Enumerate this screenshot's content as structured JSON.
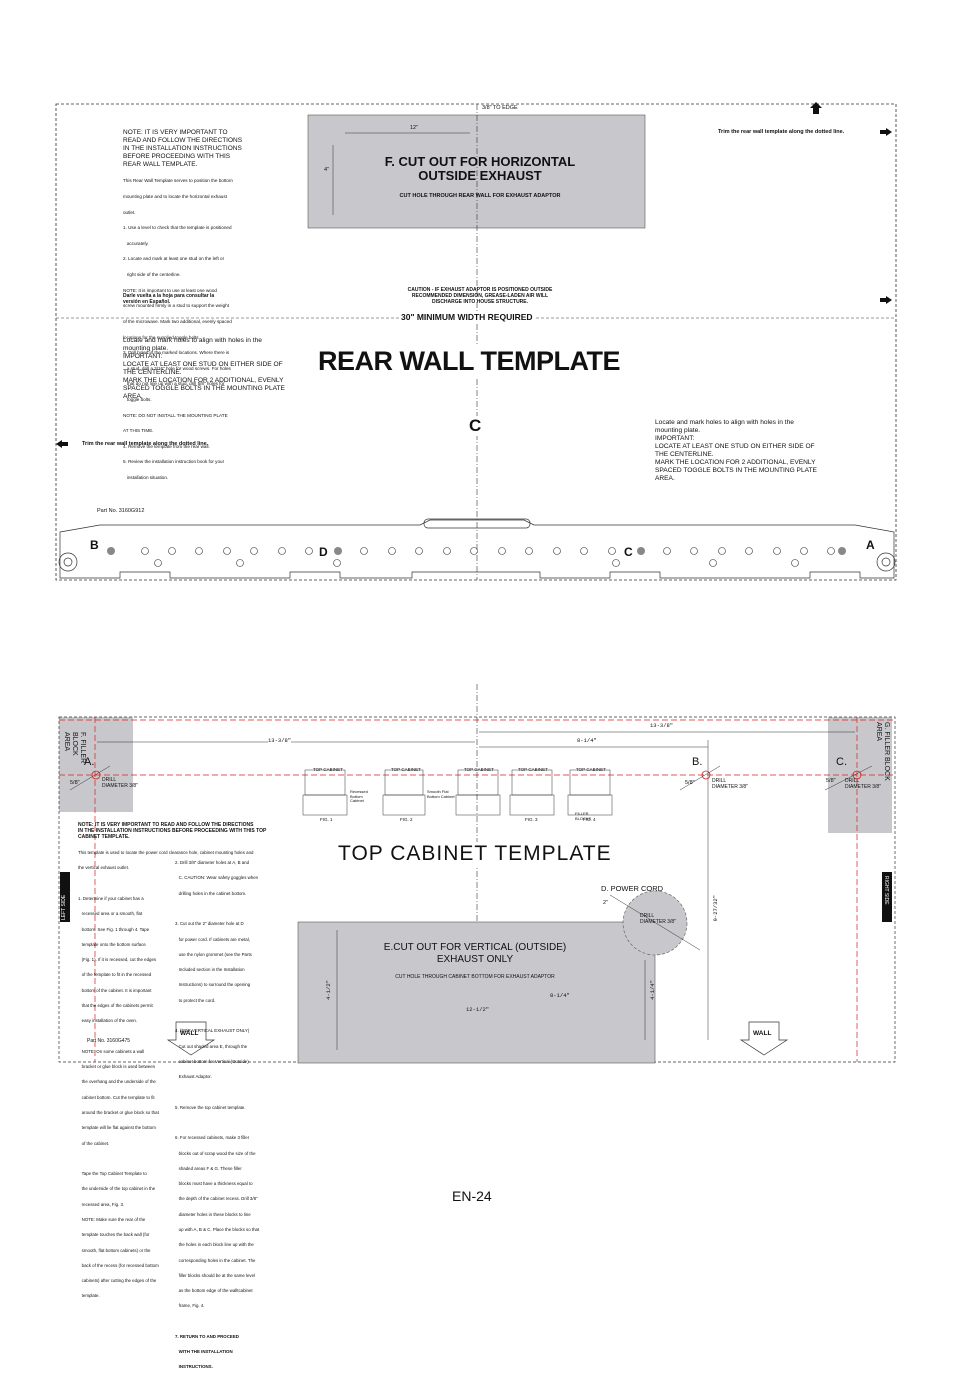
{
  "rear": {
    "edge_label": "3/8\" TO EDGE",
    "dim_12": "12\"",
    "dim_4": "4\"",
    "cutout_title_1": "F. CUT OUT FOR HORIZONTAL",
    "cutout_title_2": "OUTSIDE EXHAUST",
    "cutout_sub": "CUT HOLE THROUGH REAR WALL FOR EXHAUST ADAPTOR",
    "trim_right": "Trim the rear wall template along the dotted line.",
    "trim_left": "Trim the rear wall template along the dotted line.",
    "note_lines": [
      "NOTE: IT IS VERY IMPORTANT TO",
      "READ AND FOLLOW THE DIRECTIONS",
      "IN THE INSTALLATION INSTRUCTIONS",
      "BEFORE PROCEEDING WITH THIS",
      "REAR WALL TEMPLATE."
    ],
    "instr_lines": [
      "This Rear Wall Template serves to position the bottom",
      "mounting plate and to locate the horizontal exhaust",
      "outlet.",
      "1. Use a level to check that the template is positioned",
      "   accurately.",
      "2. Locate and mark at least one stud on the left or",
      "   right side of the centerline.",
      "NOTE: It is important to use at least one wood",
      "screw mounted firmly in a stud to support the weight",
      "of the microwave. Mark two additional, evenly spaced",
      "locations for the supplied toggle bolts.",
      "3. Drill holes in the marked locations. Where there is",
      "   a stud, drill a 3/16\" hole for wood screws. For holes",
      "   that do not line up with a stud, drill 5/8\" holes for",
      "   toggle bolts.",
      "NOTE: DO NOT INSTALL THE MOUNTING PLATE",
      "AT THIS TIME.",
      "4. Remove the template from the rear wall.",
      "5. Review the installation instruction book for your",
      "   installation situation."
    ],
    "spanish_1": "Darle vuelta a la hoja para consultar la",
    "spanish_2": "versión en Español.",
    "caution_1": "CAUTION - IF EXHAUST ADAPTOR IS POSITIONED OUTSIDE",
    "caution_2": "RECOMMENDED DIMENSION, GREASE-LADEN AIR WILL",
    "caution_3": "DISCHARGE INTO HOUSE STRUCTURE.",
    "min_width": "30\" MINIMUM WIDTH REQUIRED",
    "locate_left": [
      "Locate and mark holes to align with holes in the",
      "mounting plate.",
      "IMPORTANT:",
      "LOCATE AT LEAST ONE STUD ON EITHER SIDE OF",
      "THE CENTERLINE.",
      "MARK THE LOCATION FOR 2 ADDITIONAL, EVENLY",
      "SPACED TOGGLE BOLTS IN THE MOUNTING PLATE",
      "AREA."
    ],
    "locate_right": [
      "Locate and mark holes to align with holes in the",
      "mounting plate.",
      "IMPORTANT:",
      "LOCATE AT LEAST ONE STUD ON EITHER SIDE OF",
      "THE CENTERLINE.",
      "MARK THE LOCATION FOR 2 ADDITIONAL, EVENLY",
      "SPACED TOGGLE BOLTS IN THE MOUNTING PLATE",
      "AREA."
    ],
    "big_title": "REAR WALL TEMPLATE",
    "center_c": "C",
    "part_no": "Part No. 3160G912",
    "letter_b": "B",
    "letter_d": "D",
    "letter_c": "C",
    "letter_a": "A"
  },
  "top": {
    "filler_left": "F. FILLER BLOCK AREA",
    "filler_right": "G. FILLER BLOCK AREA",
    "label_a": "A.",
    "label_b": "B.",
    "label_c": "C.",
    "dim_13_left": "13-3/8\"",
    "dim_13_right": "13-3/8\"",
    "dim_8_top": "8-1/4\"",
    "dim_8_bottom": "8-1/4\"",
    "dim_12": "12-1/2\"",
    "dim_4_left": "4-1/2\"",
    "dim_4_right": "4-1/4\"",
    "dim_9": "9-27/32\"",
    "dim_58": "5/8\"",
    "dim_2": "2\"",
    "drill_label": "DRILL DIAMETER 3/8\"",
    "title": "TOP  CABINET  TEMPLATE",
    "power_cord": "D. POWER CORD",
    "cutout_title_1": "E.CUT OUT FOR VERTICAL (OUTSIDE)",
    "cutout_title_2": "EXHAUST ONLY",
    "cutout_sub": "CUT HOLE THROUGH CABINET BOTTOM FOR EXHAUST ADAPTOR",
    "left_side": "LEFT SIDE",
    "right_side": "RIGHT SIDE",
    "wall_left": "WALL",
    "wall_right": "WALL",
    "cab_label": "TOP CABINET",
    "part_no": "Part No. 3160G475",
    "note_lines": [
      "NOTE: IT IS VERY IMPORTANT TO READ AND FOLLOW THE DIRECTIONS",
      "IN THE INSTALLATION INSTRUCTIONS BEFORE PROCEEDING WITH THIS TOP",
      "CABINET TEMPLATE."
    ],
    "col1_lines": [
      "This template is used to locate the power cord clearance hole, cabinet mounting holes and",
      "the vertical exhaust outlet.",
      "",
      "1. Determine if your cabinet has a",
      "   recessed area or a smooth, flat",
      "   bottom. See Fig. 1 through 4. Tape",
      "   template onto the bottom surface",
      "   (Fig. 1). If it is recessed, cut the edges",
      "   of the template to fit in the recessed",
      "   bottom of the cabinet. It is important",
      "   that the edges of the cabinets permit",
      "   easy installation of the oven.",
      "",
      "   NOTE: On some cabinets a wall",
      "   bracket or glue block is used between",
      "   the overhang and the underside of the",
      "   cabinet bottom. Cut the template to fit",
      "   around the bracket or glue block so that",
      "   template will lie flat against the bottom",
      "   of the cabinet.",
      "",
      "   Tape the Top Cabinet Template to",
      "   the underside of the top cabinet in the",
      "   recessed area, Fig. 3.",
      "   NOTE: Make sure the rear of the",
      "   template touches the back wall (for",
      "   smooth, flat bottom cabinets) or the",
      "   back of the recess (for recessed bottom",
      "   cabinets) after cutting the edges of the",
      "   template."
    ],
    "col2_lines": [
      "2. Drill 3/8\" diameter holes at A, B and",
      "   C. CAUTION: Wear safety goggles when",
      "   drilling holes in the cabinet bottom.",
      "",
      "3. Cut out the 2\" diameter hole at D",
      "   for power cord. If cabinets are metal,",
      "   use the nylon grommet (see the Parts",
      "   Included section in the Installation",
      "   Instructions) to surround the opening",
      "   to protect the cord.",
      "",
      "4. (FOR VERTICAL EXHAUST ONLY)",
      "   Cut out shaded area E, through the",
      "   cabinet bottom for Vertical (Outside)",
      "   Exhaust Adaptor.",
      "",
      "5. Remove the top cabinet template.",
      "",
      "6. For recessed cabinets, make 3 filler",
      "   blocks out of scrap wood the size of the",
      "   shaded areas F & G. These filler",
      "   blocks must have a thickness equal to",
      "   the depth of the cabinet recess. Drill 3/8\"",
      "   diameter holes in these blocks to line",
      "   up with A, B & C. Place the blocks so that",
      "   the holes in each block line up with the",
      "   corresponding holes in the cabinet. The",
      "   filler blocks should be at the same level",
      "   as the bottom edge of the walltcabinet",
      "   frame, Fig. 4.",
      "",
      "7. RETURN TO AND PROCEED",
      "   WITH THE INSTALLATION",
      "   INSTRUCTIONS."
    ],
    "fig_labels": [
      "FIG. 1",
      "FIG. 2",
      "FIG. 3",
      "FIG. 4"
    ],
    "fig_notes": [
      "Recessed Bottom Cabinet",
      "Smooth Flat Bottom Cabinet",
      "FILLER BLOCKS"
    ]
  },
  "page_number": "EN-24"
}
